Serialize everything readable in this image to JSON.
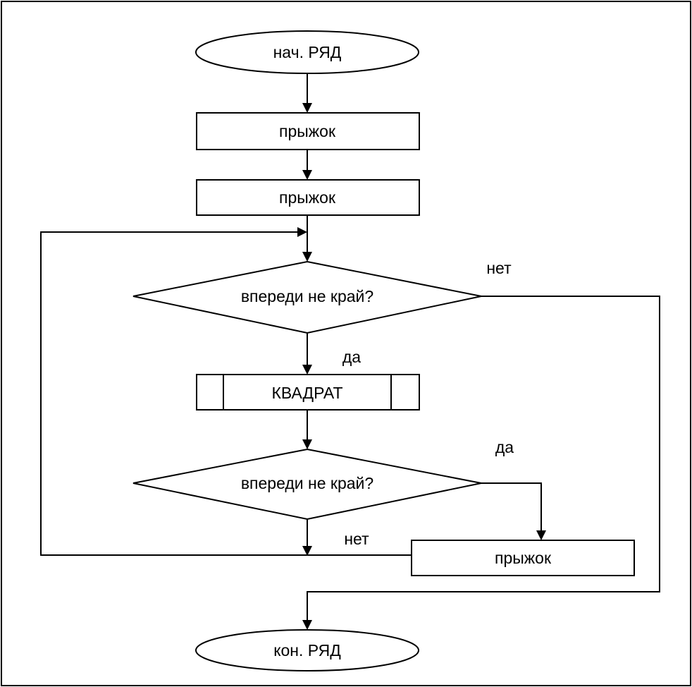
{
  "flowchart": {
    "start": "нач. РЯД",
    "jump_1": "прыжок",
    "jump_2": "прыжок",
    "condition_1": "впереди не край?",
    "condition_1_no": "нет",
    "condition_1_yes": "да",
    "square": "КВАДРАТ",
    "condition_2": "впереди не край?",
    "condition_2_yes": "да",
    "condition_2_no": "нет",
    "jump_3": "прыжок",
    "end": "кон. РЯД"
  }
}
